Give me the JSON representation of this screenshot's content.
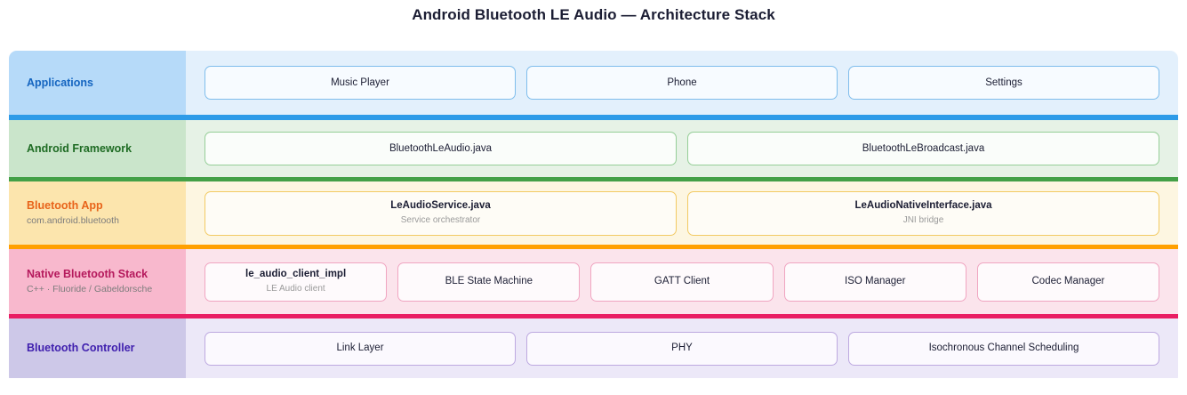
{
  "page": {
    "title": "Android Bluetooth LE Audio — Architecture Stack"
  },
  "colors": {
    "applications_accent": "#2e9be8",
    "framework_accent": "#43a047",
    "bluetooth_app_accent": "#ffa000",
    "native_stack_accent": "#e91e63",
    "controller_accent": "#9575cd",
    "applications_label": "#1565c0",
    "framework_label": "#1e6b23",
    "bluetooth_app_label": "#e8641a",
    "native_stack_label": "#b5195c",
    "controller_label": "#3f1fae"
  },
  "layers": [
    {
      "id": "applications",
      "title": "Applications",
      "subtitle": "",
      "nodes": [
        {
          "label": "Music Player",
          "sub": ""
        },
        {
          "label": "Phone",
          "sub": ""
        },
        {
          "label": "Settings",
          "sub": ""
        }
      ]
    },
    {
      "id": "android-framework",
      "title": "Android Framework",
      "subtitle": "",
      "nodes": [
        {
          "label": "BluetoothLeAudio.java",
          "sub": ""
        },
        {
          "label": "BluetoothLeBroadcast.java",
          "sub": ""
        }
      ]
    },
    {
      "id": "bluetooth-app",
      "title": "Bluetooth App",
      "subtitle": "com.android.bluetooth",
      "nodes": [
        {
          "label": "LeAudioService.java",
          "sub": "Service orchestrator"
        },
        {
          "label": "LeAudioNativeInterface.java",
          "sub": "JNI bridge"
        }
      ]
    },
    {
      "id": "native-bluetooth-stack",
      "title": "Native Bluetooth Stack",
      "subtitle": "C++ · Fluoride / Gabeldorsche",
      "nodes": [
        {
          "label": "le_audio_client_impl",
          "sub": "LE Audio client"
        },
        {
          "label": "BLE State Machine",
          "sub": ""
        },
        {
          "label": "GATT Client",
          "sub": ""
        },
        {
          "label": "ISO Manager",
          "sub": ""
        },
        {
          "label": "Codec Manager",
          "sub": ""
        }
      ]
    },
    {
      "id": "bluetooth-controller",
      "title": "Bluetooth Controller",
      "subtitle": "",
      "nodes": [
        {
          "label": "Link Layer",
          "sub": ""
        },
        {
          "label": "PHY",
          "sub": ""
        },
        {
          "label": "Isochronous Channel Scheduling",
          "sub": ""
        }
      ]
    }
  ]
}
